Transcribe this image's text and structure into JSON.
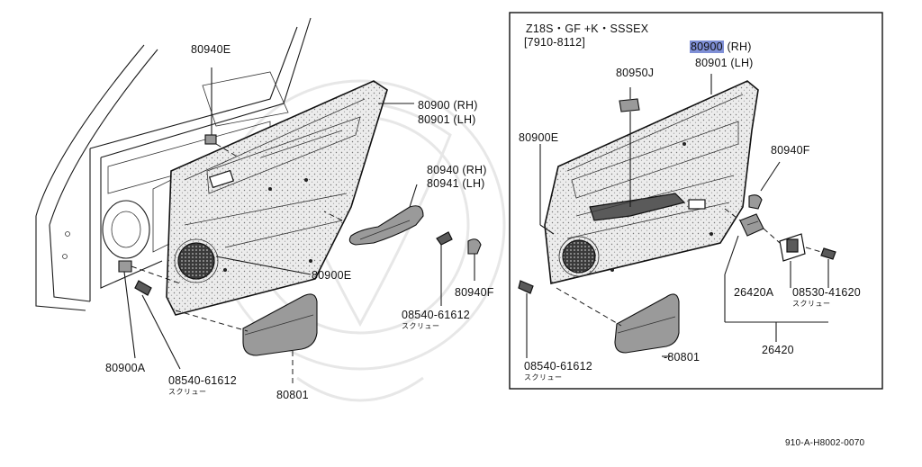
{
  "left": {
    "label_80940E": "80940E",
    "label_80900_rh": "80900 (RH)",
    "label_80901_lh": "80901 (LH)",
    "label_80940_rh": "80940 (RH)",
    "label_80941_lh": "80941 (LH)",
    "label_80900E": "80900E",
    "label_80940F": "80940F",
    "label_08540_a": "08540-61612",
    "label_screw_a": "スクリュー",
    "label_80900A": "80900A",
    "label_08540_b": "08540-61612",
    "label_screw_b": "スクリュー",
    "label_80801": "80801"
  },
  "inset": {
    "header_line1": "Z18S・GF +K・SSSEX",
    "header_line2": "[7910-8112]",
    "label_80900_rh_prefix": "80900",
    "label_80900_rh_suffix": " (RH)",
    "label_80901_lh": "80901 (LH)",
    "label_80950J": "80950J",
    "label_80900E": "80900E",
    "label_80940F": "80940F",
    "label_26420A": "26420A",
    "label_08530": "08530-41620",
    "label_screw_c": "スクリュー",
    "label_26420": "26420",
    "label_08540": "08540-61612",
    "label_screw_d": "スクリュー",
    "label_80801": "-80801"
  },
  "footer": {
    "code": "910-A-H8002-0070"
  },
  "colors": {
    "highlight": "#7f8fd6",
    "line": "#1a1a1a"
  }
}
